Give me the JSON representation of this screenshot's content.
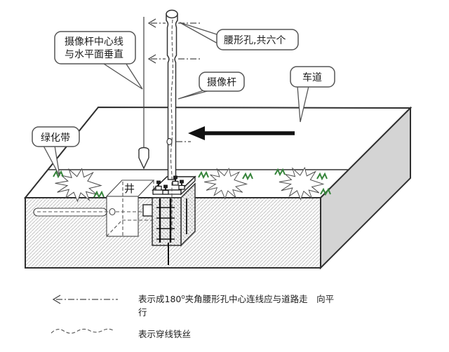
{
  "callouts": {
    "pole_centerline": {
      "line1": "摄像杆中心线",
      "line2": "与水平面垂直"
    },
    "waist_holes": {
      "label": "腰形孔,共六个"
    },
    "camera_pole": {
      "label": "摄像杆"
    },
    "lane": {
      "label": "车道"
    },
    "green_belt": {
      "label": "绿化带"
    },
    "well": {
      "label": "井"
    }
  },
  "legend": {
    "row1_pre": "表示成180",
    "row1_sup": "o",
    "row1_post": "夹角腰形孔中心连线应与道路走　向平",
    "row1_line2": "行",
    "row2": "表示穿线铁丝"
  },
  "colors": {
    "line": "#2f2f2f",
    "gray_face": "#d4d4d4",
    "hatch": "#bdbdbd",
    "green": "#35843a",
    "concrete_bg": "#efefef",
    "concrete_dot": "#8f8f8f",
    "bubble_border": "#555555"
  }
}
